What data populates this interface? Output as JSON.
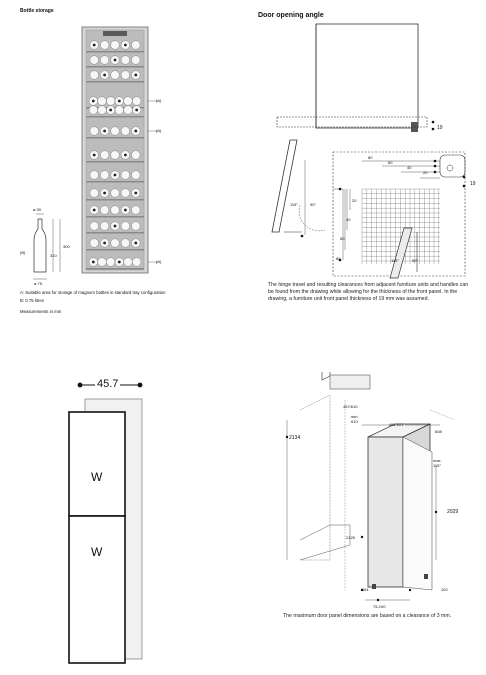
{
  "bottle_storage": {
    "title": "Bottle storage",
    "label_a1": "(A)",
    "label_a2": "(A)",
    "label_a3": "(A)",
    "label_b": "(B)",
    "dim_top": "⌀ 30",
    "dim_300": "300",
    "dim_310": "310",
    "dim_bottom": "⌀ 75",
    "note_a": "A: Suitable area for storage of magnum bottles in standard tray configuration",
    "note_b": "B: 0.75 litres",
    "note_c": "Measurements in mm"
  },
  "door_angle": {
    "title": "Door opening angle",
    "dims": {
      "d19a": "19",
      "d80": "80",
      "d60": "60",
      "d40": "40",
      "d20": "20",
      "d19b": "19",
      "d20v": "20",
      "d40v": "40",
      "d60v": "60",
      "d80v": "80",
      "a115a": "115°",
      "a90a": "90°",
      "a115b": "115°",
      "a90b": "90°"
    },
    "caption": "The hinge travel and resulting clearances from adjacent furniture units and handles can be found from the drawing while allowing for the thickness of the front panel. In the drawing, a furniture unit front panel thickness of 19 mm was assumed."
  },
  "panel": {
    "width_label": "45.7",
    "w_upper": "W",
    "w_lower": "W"
  },
  "install": {
    "dims": {
      "d457_610": "457/610",
      "min610": "min. 610",
      "d451_603": "451/603",
      "d608": "608",
      "d2134": "2134",
      "max115": "max. 115°",
      "d2029": "2029",
      "d2125": "2125",
      "d181": "181",
      "d102": "102",
      "d75_100": "75-100"
    },
    "caption": "The maximum door panel dimensions are based on a clearance of 3 mm."
  }
}
